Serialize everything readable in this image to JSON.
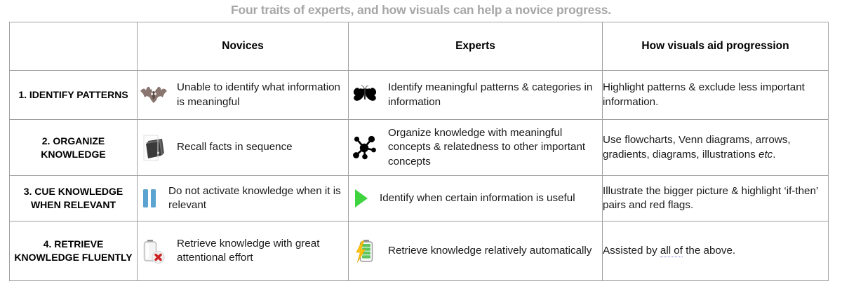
{
  "title": "Four traits of experts, and how visuals can help a novice progress.",
  "table": {
    "headers": [
      "",
      "Novices",
      "Experts",
      "How visuals aid progression"
    ],
    "rows": [
      {
        "label": "1. IDENTIFY PATTERNS",
        "novice_icon": "bat-icon",
        "novice_text": "Unable to identify what information is meaningful",
        "expert_icon": "butterfly-icon",
        "expert_text": "Identify meaningful patterns & categories in information",
        "visuals_text": "Highlight patterns & exclude less important information."
      },
      {
        "label": "2. ORGANIZE KNOWLEDGE",
        "novice_icon": "card-stack-icon",
        "novice_text": "Recall facts in sequence",
        "expert_icon": "network-hub-icon",
        "expert_text": "Organize knowledge with meaningful concepts & relatedness to other important concepts",
        "visuals_text_a": "Use flowcharts, Venn diagrams, arrows, gradients, diagrams, illustrations ",
        "visuals_text_italic": "etc",
        "visuals_text_b": "."
      },
      {
        "label": "3. CUE KNOWLEDGE WHEN RELEVANT",
        "novice_icon": "pause-icon",
        "novice_text": "Do not activate knowledge when it is relevant",
        "expert_icon": "play-icon",
        "expert_text": "Identify when certain information is useful",
        "visuals_text": "Illustrate the bigger picture & highlight ‘if-then’ pairs and red flags."
      },
      {
        "label": "4. RETRIEVE KNOWLEDGE FLUENTLY",
        "novice_icon": "empty-battery-error-icon",
        "novice_text": "Retrieve knowledge with great attentional effort",
        "expert_icon": "charging-battery-icon",
        "expert_text": "Retrieve knowledge relatively automatically",
        "visuals_text_a": "Assisted by ",
        "visuals_text_underlined": "all of",
        "visuals_text_b": " the above."
      }
    ]
  },
  "colors": {
    "title_grey": "#a6a6a6",
    "border_grey": "#a0a0a0",
    "pause_blue": "#5ba3d0",
    "play_green": "#3fd43f",
    "battery_green": "#5fc65f",
    "bolt_yellow": "#ffc20e",
    "error_red": "#cc2222",
    "bat_brown": "#8a7670"
  }
}
